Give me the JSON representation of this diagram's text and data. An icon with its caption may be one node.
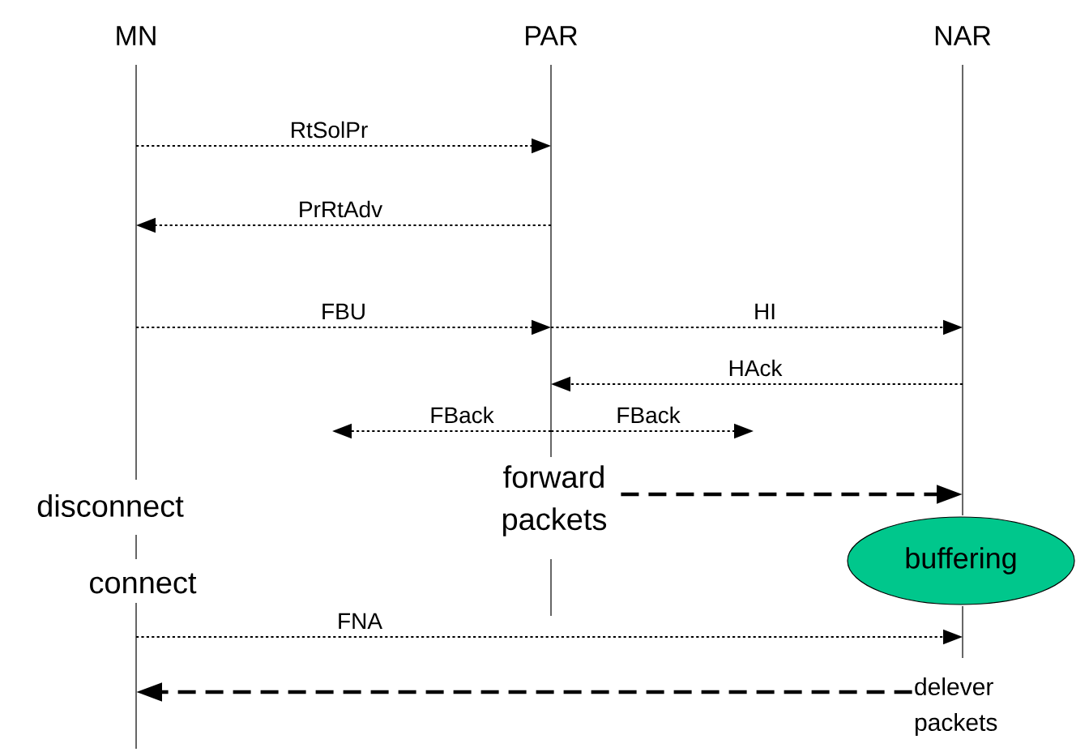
{
  "diagram": {
    "nodes": [
      {
        "text": [
          "MN"
        ]
      },
      {
        "text": [
          "PAR"
        ]
      },
      {
        "text": [
          "NAR"
        ]
      },
      {
        "text": [
          "forward packets"
        ]
      },
      {
        "text": [
          "buffering"
        ]
      },
      {
        "text": [
          "delever packets"
        ]
      }
    ],
    "edges": [
      {
        "from": 0,
        "to": 1,
        "arrow": "to",
        "label": "RtSolPr"
      },
      {
        "from": 1,
        "to": 0,
        "arrow": "to",
        "label": "PrRtAdv"
      },
      {
        "from": 0,
        "to": 1,
        "arrow": "to",
        "label": "FBU"
      },
      {
        "from": 1,
        "to": 2,
        "arrow": "to",
        "label": "HI"
      },
      {
        "from": 2,
        "to": 1,
        "arrow": "to",
        "label": "HAck"
      },
      {
        "from": 1,
        "to": null,
        "arrow": "to",
        "label": "FBack"
      },
      {
        "from": 1,
        "to": null,
        "arrow": "to",
        "label": "FBack"
      },
      {
        "from": 3,
        "to": 2,
        "arrow": "to",
        "style": "dashed"
      },
      {
        "from": 0,
        "to": 2,
        "arrow": "to",
        "label": "FNA"
      },
      {
        "from": 5,
        "to": 0,
        "arrow": "to",
        "style": "dashed"
      }
    ],
    "labels": [
      "disconnect",
      "connect"
    ]
  }
}
